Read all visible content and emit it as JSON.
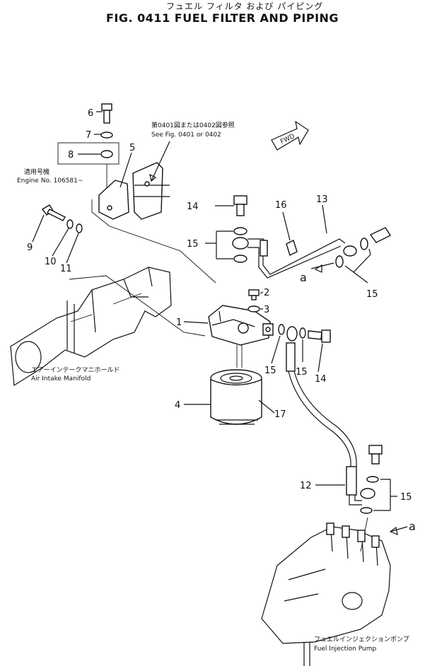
{
  "title": {
    "japanese": "フュエル フィルタ および パイピング",
    "main": "FIG. 0411  FUEL FILTER AND PIPING"
  },
  "notes": {
    "see_fig_jp": "第0401図または0402図参照",
    "see_fig_en": "See Fig. 0401 or 0402",
    "engine_jp": "適用号機",
    "engine_en": "Engine  No. 106581~",
    "fwd": "FWD"
  },
  "components": {
    "intake_jp": "エアーインテークマニホールド",
    "intake_en": "Air  Intake  Manifold",
    "pump_jp": "フュエルインジェクションポンプ",
    "pump_en": "Fuel  Injection  Pump"
  },
  "callouts": {
    "p1": "1",
    "p2": "2",
    "p3": "3",
    "p4": "4",
    "p5": "5",
    "p6": "6",
    "p7": "7",
    "p8": "8",
    "p9": "9",
    "p10": "10",
    "p11": "11",
    "p12": "12",
    "p13": "13",
    "p14a": "14",
    "p14b": "14",
    "p15a": "15",
    "p15b": "15",
    "p15c": "15",
    "p15d": "15",
    "p15e": "15",
    "p16": "16",
    "p17": "17",
    "ref_a1": "a",
    "ref_a2": "a"
  }
}
